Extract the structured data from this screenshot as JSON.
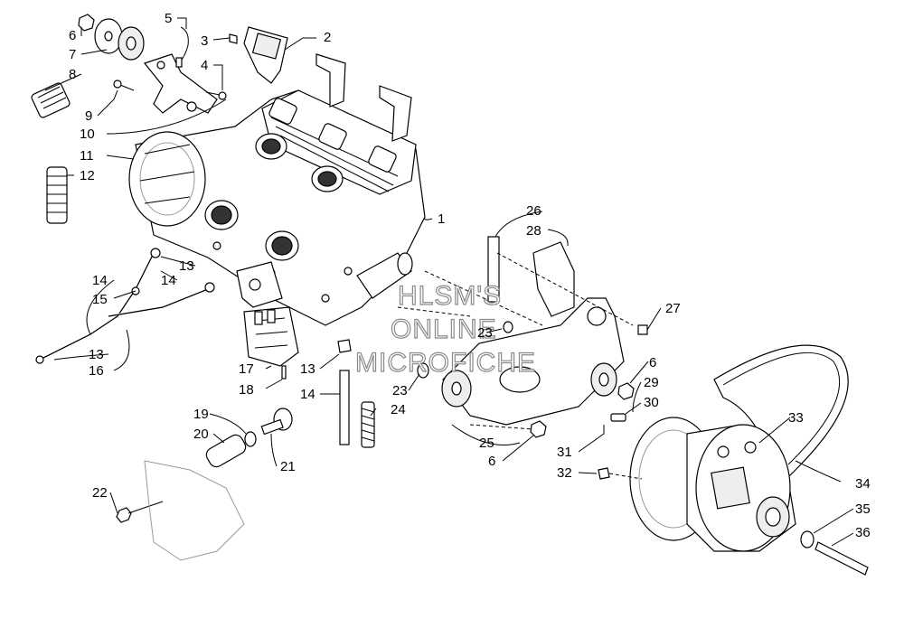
{
  "watermark": {
    "line1": "HLSM'S",
    "line2": "ONLINE",
    "line3": "MICROFICHE"
  },
  "callouts": [
    "1",
    "2",
    "3",
    "4",
    "5",
    "6",
    "7",
    "8",
    "9",
    "10",
    "11",
    "12",
    "13",
    "14",
    "15",
    "16",
    "17",
    "18",
    "19",
    "20",
    "21",
    "22",
    "23",
    "24",
    "25",
    "26",
    "27",
    "28",
    "29",
    "30",
    "31",
    "32",
    "33",
    "34",
    "35",
    "36"
  ],
  "extra_callouts": {
    "c6b": "6",
    "c6c": "6",
    "c13b": "13",
    "c13c": "13",
    "c14b": "14",
    "c14c": "14",
    "c23b": "23"
  }
}
